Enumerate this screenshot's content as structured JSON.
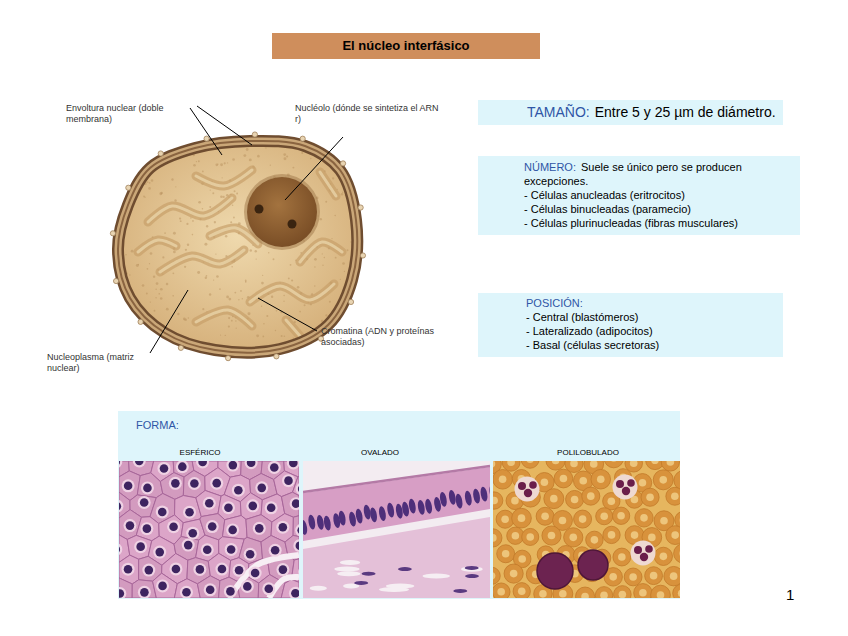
{
  "diagram": {
    "title": "El núcleo interfásico",
    "nodes": [
      {
        "text": [
          "TAMAÑO:",
          "Entre 5 y 25 µm de diámetro."
        ]
      },
      {
        "text": [
          "NÚMERO:",
          "Suele se único pero se producen excepciones.",
          "- Células anucleadas (eritrocitos)",
          "- Células binucleadas (paramecio)",
          "- Células plurinucleadas (fibras musculares)"
        ]
      },
      {
        "text": [
          "POSICIÓN:",
          "- Central (blastómeros)",
          "- Lateralizado (adipocitos)",
          "- Basal (células secretoras)"
        ]
      },
      {
        "text": [
          "FORMA:",
          "ESFÉRICO",
          "OVALADO",
          "POLILOBULADO"
        ]
      }
    ],
    "labels": [
      "Envoltura nuclear (doble membrana)",
      "Nucléolo (dónde se sintetiza el ARN r)",
      "Cromatina (ADN y proteínas asociadas)",
      "Nucleoplasma (matriz nuclear)",
      "1"
    ]
  }
}
